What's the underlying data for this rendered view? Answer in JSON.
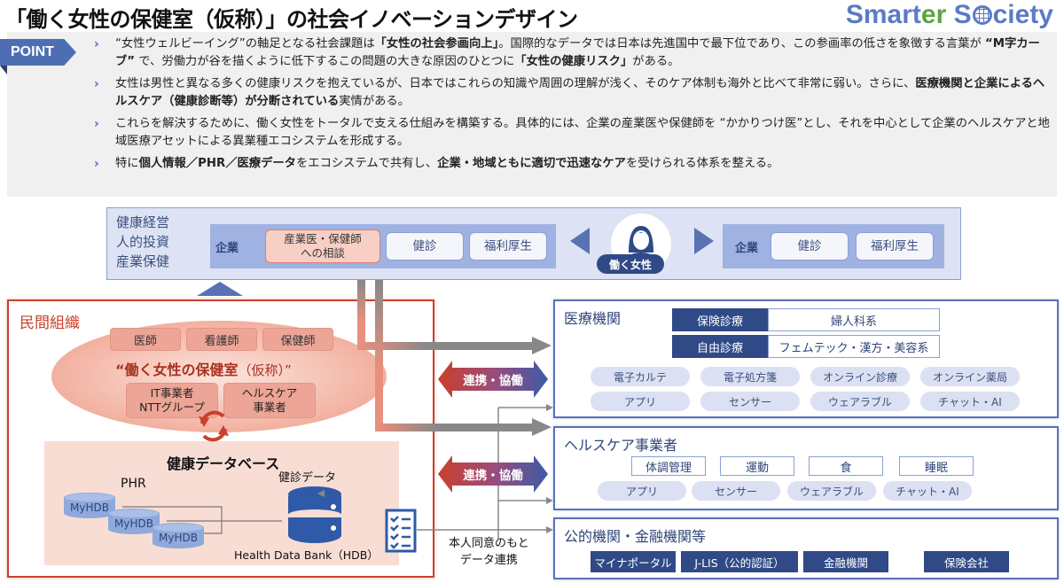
{
  "header": {
    "title": "「働く女性の保健室（仮称）」の社会イノベーションデザイン",
    "brand_prefix": "Smart",
    "brand_er": "er",
    "brand_s": " S",
    "brand_suffix": "ciety"
  },
  "point": {
    "badge": "POINT",
    "bullets": [
      {
        "segments": [
          {
            "t": "“女性ウェルビーイング”の軸足となる社会課題は",
            "b": false
          },
          {
            "t": "「女性の社会参画向上」",
            "b": true
          },
          {
            "t": "。国際的なデータでは日本は先進国中で最下位であり、この参画率の低さを象徴する言葉が ",
            "b": false
          },
          {
            "t": "“M字カーブ”",
            "b": true
          },
          {
            "t": " で、労働力が谷を描くように低下するこの問題の大きな原因のひとつに",
            "b": false
          },
          {
            "t": "「女性の健康リスク」",
            "b": true
          },
          {
            "t": "がある。",
            "b": false
          }
        ]
      },
      {
        "segments": [
          {
            "t": "女性は男性と異なる多くの健康リスクを抱えているが、日本ではこれらの知識や周囲の理解が浅く、そのケア体制も海外と比べて非常に弱い。さらに、",
            "b": false
          },
          {
            "t": "医療機関と企業によるヘルスケア（健康診断等）が分断されている",
            "b": true
          },
          {
            "t": "実情がある。",
            "b": false
          }
        ]
      },
      {
        "segments": [
          {
            "t": "これらを解決するために、働く女性をトータルで支える仕組みを構築する。具体的には、企業の産業医や保健師を “かかりつけ医”とし、それを中心として企業のヘルスケアと地域医療アセットによる異業種エコシステムを形成する。",
            "b": false
          }
        ]
      },
      {
        "segments": [
          {
            "t": "特に",
            "b": false
          },
          {
            "t": "個人情報／PHR／医療データ",
            "b": true
          },
          {
            "t": "をエコシステムで共有し、",
            "b": false
          },
          {
            "t": "企業・地域ともに適切で迅速なケア",
            "b": true
          },
          {
            "t": "を受けられる体系を整える。",
            "b": false
          }
        ]
      }
    ]
  },
  "company_band": {
    "side_lines": [
      "健康経営",
      "人的投資",
      "産業保健"
    ],
    "left_label": "企業",
    "left_items": [
      "産業医・保健師\nへの相談",
      "健診",
      "福利厚生"
    ],
    "center_label": "働く女性",
    "right_label": "企業",
    "right_items": [
      "健診",
      "福利厚生"
    ]
  },
  "private_org": {
    "title": "民間組織",
    "roles": [
      "医師",
      "看護師",
      "保健師"
    ],
    "center_title": "“働く女性の保健室",
    "center_sub": "（仮称）”",
    "partners": [
      "IT事業者\nNTTグループ",
      "ヘルスケア\n事業者"
    ],
    "database": {
      "title": "健康データベース",
      "phr_label": "PHR",
      "myhdb": [
        "MyHDB",
        "MyHDB",
        "MyHDB"
      ],
      "kenshin_label": "健診データ",
      "hdb_label": "Health Data Bank（HDB）"
    }
  },
  "links": {
    "collab_label": "連携・協働",
    "consent_lines": [
      "本人同意のもと",
      "データ連携"
    ]
  },
  "medical": {
    "title": "医療機関",
    "rows": [
      {
        "type": "保険診療",
        "value": "婦人科系"
      },
      {
        "type": "自由診療",
        "value": "フェムテック・漢方・美容系"
      }
    ],
    "pills_row1": [
      "電子カルテ",
      "電子処方箋",
      "オンライン診療",
      "オンライン薬局"
    ],
    "pills_row2": [
      "アプリ",
      "センサー",
      "ウェアラブル",
      "チャット・AI"
    ]
  },
  "healthcare": {
    "title": "ヘルスケア事業者",
    "categories": [
      "体調管理",
      "運動",
      "食",
      "睡眠"
    ],
    "pills": [
      "アプリ",
      "センサー",
      "ウェアラブル",
      "チャット・AI"
    ]
  },
  "public": {
    "title": "公的機関・金融機関等",
    "items": [
      "マイナポータル",
      "J-LIS（公的認証）",
      "金融機関",
      "保険会社"
    ]
  }
}
